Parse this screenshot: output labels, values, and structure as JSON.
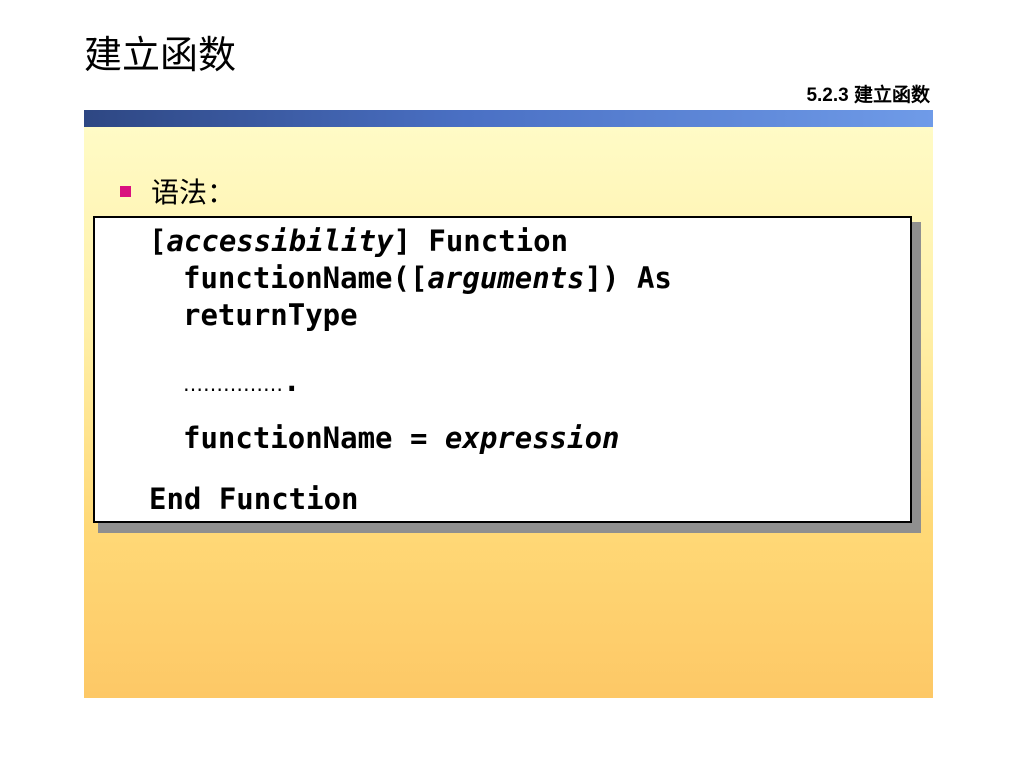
{
  "slide": {
    "title": "建立函数",
    "section_ref": "5.2.3 建立函数",
    "bullet": "语法：",
    "code": {
      "l1_open": "[",
      "l1_italic": "accessibility",
      "l1_rest": "] Function",
      "l2_start": "functionName([",
      "l2_italic": "arguments",
      "l2_rest": "]) As",
      "l3": "returnType",
      "l4_dots": "……………",
      "l4_end": ".",
      "l5_start": "functionName = ",
      "l5_italic": "expression",
      "l6": "End Function"
    }
  },
  "colors": {
    "band_dark": "#2e4783",
    "band_light": "#6f9be8",
    "bullet": "#d9117f",
    "content_top": "#fffbc6",
    "content_bottom": "#fdc866"
  }
}
